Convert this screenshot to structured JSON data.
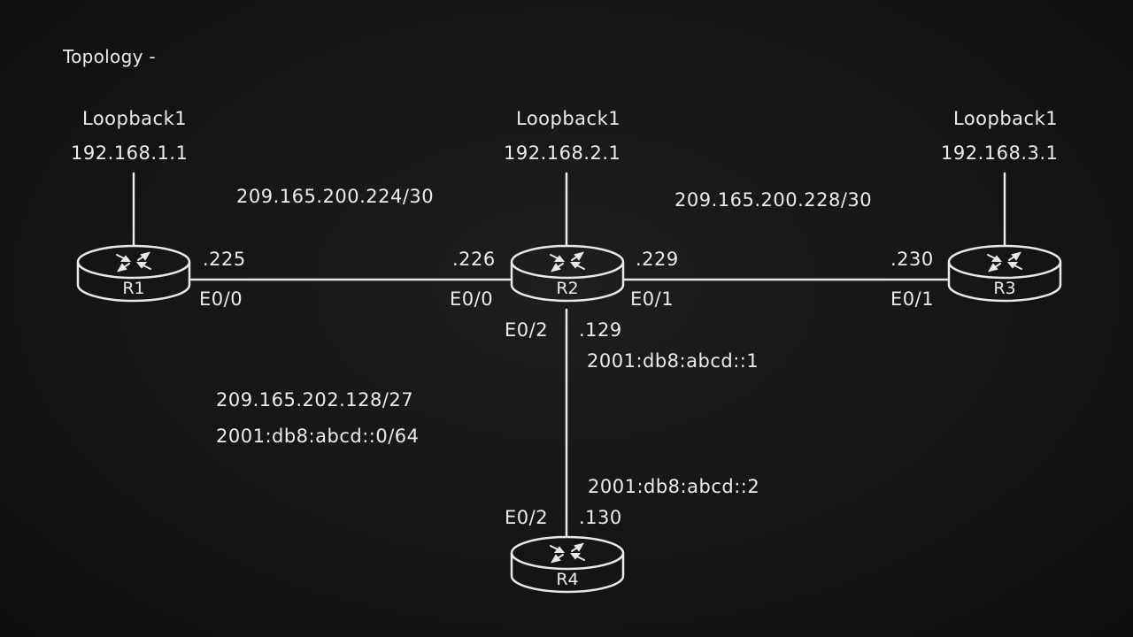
{
  "title": "Topology -",
  "routers": {
    "r1": {
      "name": "R1"
    },
    "r2": {
      "name": "R2"
    },
    "r3": {
      "name": "R3"
    },
    "r4": {
      "name": "R4"
    }
  },
  "loopbacks": {
    "r1": {
      "label": "Loopback1",
      "ip": "192.168.1.1"
    },
    "r2": {
      "label": "Loopback1",
      "ip": "192.168.2.1"
    },
    "r3": {
      "label": "Loopback1",
      "ip": "192.168.3.1"
    }
  },
  "links": {
    "r1_r2": {
      "subnet": "209.165.200.224/30",
      "r1_host": ".225",
      "r1_intf": "E0/0",
      "r2_host": ".226",
      "r2_intf": "E0/0"
    },
    "r2_r3": {
      "subnet": "209.165.200.228/30",
      "r2_host": ".229",
      "r2_intf": "E0/1",
      "r3_host": ".230",
      "r3_intf": "E0/1"
    },
    "r2_r4": {
      "subnet_v4": "209.165.202.128/27",
      "subnet_v6": "2001:db8:abcd::0/64",
      "r2_intf": "E0/2",
      "r2_host": ".129",
      "r2_v6": "2001:db8:abcd::1",
      "r4_intf": "E0/2",
      "r4_host": ".130",
      "r4_v6": "2001:db8:abcd::2"
    }
  },
  "colors": {
    "background": "#121212",
    "foreground": "#ececec"
  }
}
